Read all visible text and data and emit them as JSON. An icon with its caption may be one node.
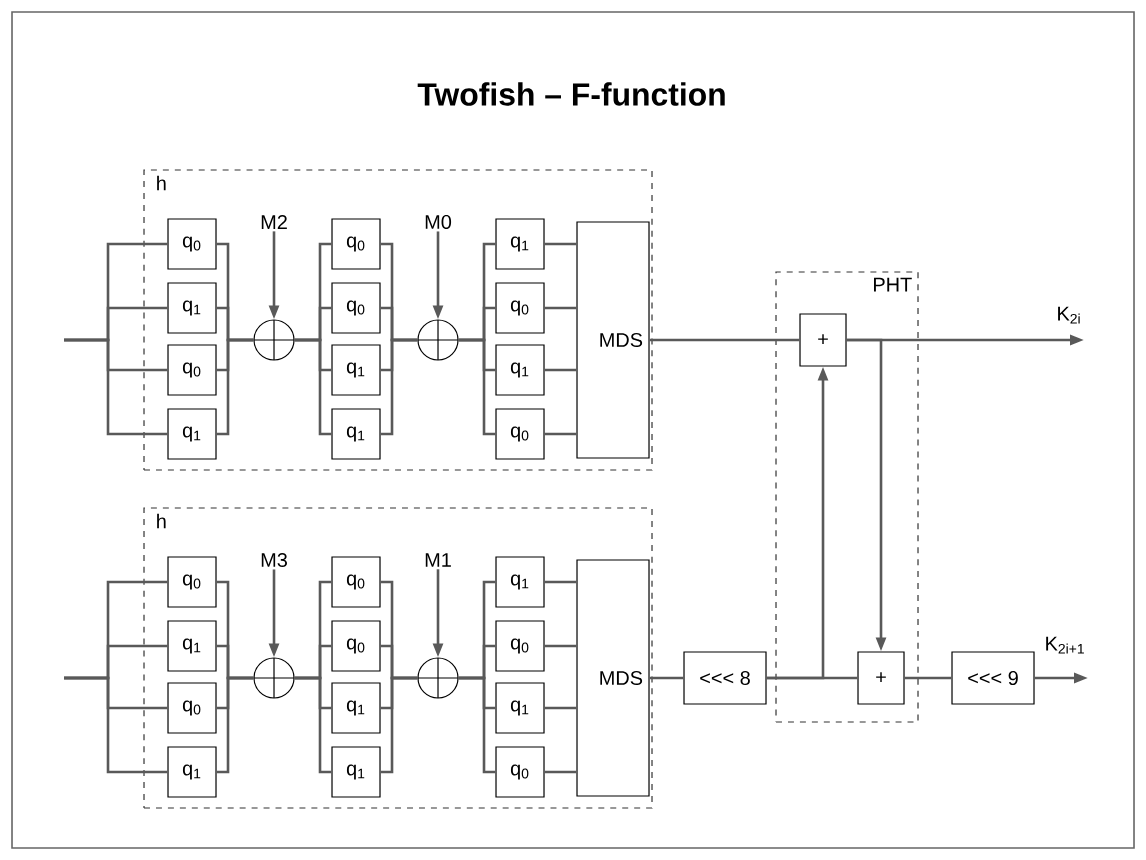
{
  "diagram": {
    "title": "Twofish – F-function",
    "nodes": [
      {
        "text": [
          "h"
        ]
      },
      {
        "text": [
          "q$_{0}$"
        ],
        "in": 0
      },
      {
        "text": [
          "q$_{1}$"
        ],
        "in": 0
      },
      {
        "text": [
          "q$_{0}$"
        ],
        "in": 0
      },
      {
        "text": [
          "q$_{1}$"
        ],
        "in": 0
      },
      {
        "text": [],
        "shape": "circle",
        "in": 0
      },
      {
        "text": [
          "q$_{0}$"
        ],
        "in": 0
      },
      {
        "text": [
          "q$_{0}$"
        ],
        "in": 0
      },
      {
        "text": [
          "q$_{1}$"
        ],
        "in": 0
      },
      {
        "text": [
          "q$_{1}$"
        ],
        "in": 0
      },
      {
        "text": [],
        "shape": "circle",
        "in": 0
      },
      {
        "text": [
          "q$_{1}$"
        ],
        "in": 0
      },
      {
        "text": [
          "q$_{0}$"
        ],
        "in": 0
      },
      {
        "text": [
          "q$_{1}$"
        ],
        "in": 0
      },
      {
        "text": [
          "q$_{0}$"
        ],
        "in": 0
      },
      {
        "text": [
          "MDS"
        ],
        "in": 0
      },
      {
        "text": [
          "M2"
        ],
        "in": 0
      },
      {
        "text": [
          "M0"
        ],
        "in": 0
      },
      {
        "text": [
          "PHT"
        ]
      },
      {
        "text": [
          "+"
        ],
        "in": 18
      },
      {
        "text": [
          "h"
        ]
      },
      {
        "text": [
          "q$_{0}$"
        ],
        "in": 20
      },
      {
        "text": [
          "q$_{1}$"
        ],
        "in": 20
      },
      {
        "text": [
          "q$_{0}$"
        ],
        "in": 20
      },
      {
        "text": [
          "q$_{1}$"
        ],
        "in": 20
      },
      {
        "text": [],
        "shape": "circle",
        "in": 20
      },
      {
        "text": [
          "q$_{0}$"
        ],
        "in": 20
      },
      {
        "text": [
          "q$_{0}$"
        ],
        "in": 20
      },
      {
        "text": [
          "q$_{1}$"
        ],
        "in": 20
      },
      {
        "text": [
          "q$_{1}$"
        ],
        "in": 20
      },
      {
        "text": [],
        "shape": "circle",
        "in": 20
      },
      {
        "text": [
          "q$_{1}$"
        ],
        "in": 20
      },
      {
        "text": [
          "q$_{0}$"
        ],
        "in": 20
      },
      {
        "text": [
          "q$_{1}$"
        ],
        "in": 20
      },
      {
        "text": [
          "q$_{0}$"
        ],
        "in": 20
      },
      {
        "text": [
          "MDS"
        ],
        "in": 20
      },
      {
        "text": [
          "M3"
        ],
        "in": 20
      },
      {
        "text": [
          "M1"
        ],
        "in": 20
      },
      {
        "text": [
          "<<< 8"
        ]
      },
      {
        "text": [
          "+"
        ],
        "in": 18
      },
      {
        "text": [
          "<<< 9"
        ]
      },
      {
        "text": [
          "K$_{2i}$"
        ]
      },
      {
        "text": [
          "K$_{2i+1}$"
        ]
      }
    ],
    "edges": [
      {
        "from": null,
        "to": 1,
        "arrow": "none"
      },
      {
        "from": null,
        "to": 2,
        "arrow": "none"
      },
      {
        "from": null,
        "to": 3,
        "arrow": "none"
      },
      {
        "from": null,
        "to": 4,
        "arrow": "none"
      },
      {
        "from": 1,
        "to": 5,
        "arrow": "none"
      },
      {
        "from": 2,
        "to": 5,
        "arrow": "none"
      },
      {
        "from": 3,
        "to": 5,
        "arrow": "none"
      },
      {
        "from": 4,
        "to": 5,
        "arrow": "none"
      },
      {
        "from": 5,
        "to": 6,
        "arrow": "none"
      },
      {
        "from": 5,
        "to": 7,
        "arrow": "none"
      },
      {
        "from": 5,
        "to": 8,
        "arrow": "none"
      },
      {
        "from": 5,
        "to": 9,
        "arrow": "none"
      },
      {
        "from": 6,
        "to": 10,
        "arrow": "none"
      },
      {
        "from": 7,
        "to": 10,
        "arrow": "none"
      },
      {
        "from": 8,
        "to": 10,
        "arrow": "none"
      },
      {
        "from": 9,
        "to": 10,
        "arrow": "none"
      },
      {
        "from": 10,
        "to": 11,
        "arrow": "none"
      },
      {
        "from": 10,
        "to": 12,
        "arrow": "none"
      },
      {
        "from": 10,
        "to": 13,
        "arrow": "none"
      },
      {
        "from": 10,
        "to": 14,
        "arrow": "none"
      },
      {
        "from": 11,
        "to": 15,
        "arrow": "none"
      },
      {
        "from": 12,
        "to": 15,
        "arrow": "none"
      },
      {
        "from": 13,
        "to": 15,
        "arrow": "none"
      },
      {
        "from": 14,
        "to": 15,
        "arrow": "none"
      },
      {
        "from": 16,
        "to": 5,
        "arrow": "to"
      },
      {
        "from": 17,
        "to": 10,
        "arrow": "to"
      },
      {
        "from": null,
        "to": 21,
        "arrow": "none"
      },
      {
        "from": null,
        "to": 22,
        "arrow": "none"
      },
      {
        "from": null,
        "to": 23,
        "arrow": "none"
      },
      {
        "from": null,
        "to": 24,
        "arrow": "none"
      },
      {
        "from": 21,
        "to": 25,
        "arrow": "none"
      },
      {
        "from": 22,
        "to": 25,
        "arrow": "none"
      },
      {
        "from": 23,
        "to": 25,
        "arrow": "none"
      },
      {
        "from": 24,
        "to": 25,
        "arrow": "none"
      },
      {
        "from": 25,
        "to": 26,
        "arrow": "none"
      },
      {
        "from": 25,
        "to": 27,
        "arrow": "none"
      },
      {
        "from": 25,
        "to": 28,
        "arrow": "none"
      },
      {
        "from": 25,
        "to": 29,
        "arrow": "none"
      },
      {
        "from": 26,
        "to": 30,
        "arrow": "none"
      },
      {
        "from": 27,
        "to": 30,
        "arrow": "none"
      },
      {
        "from": 28,
        "to": 30,
        "arrow": "none"
      },
      {
        "from": 29,
        "to": 30,
        "arrow": "none"
      },
      {
        "from": 30,
        "to": 31,
        "arrow": "none"
      },
      {
        "from": 30,
        "to": 32,
        "arrow": "none"
      },
      {
        "from": 30,
        "to": 33,
        "arrow": "none"
      },
      {
        "from": 30,
        "to": 34,
        "arrow": "none"
      },
      {
        "from": 31,
        "to": 35,
        "arrow": "none"
      },
      {
        "from": 32,
        "to": 35,
        "arrow": "none"
      },
      {
        "from": 33,
        "to": 35,
        "arrow": "none"
      },
      {
        "from": 34,
        "to": 35,
        "arrow": "none"
      },
      {
        "from": 36,
        "to": 25,
        "arrow": "to"
      },
      {
        "from": 37,
        "to": 30,
        "arrow": "to"
      },
      {
        "from": 15,
        "to": 19,
        "arrow": "none"
      },
      {
        "from": 35,
        "to": 38,
        "arrow": "none"
      },
      {
        "from": 38,
        "to": 39,
        "arrow": "none"
      },
      {
        "from": 38,
        "to": 19,
        "arrow": "to"
      },
      {
        "from": 19,
        "to": 41,
        "arrow": "to"
      },
      {
        "from": 19,
        "to": 39,
        "arrow": "to"
      },
      {
        "from": 39,
        "to": 40,
        "arrow": "none"
      },
      {
        "from": 40,
        "to": 42,
        "arrow": "to"
      }
    ]
  }
}
